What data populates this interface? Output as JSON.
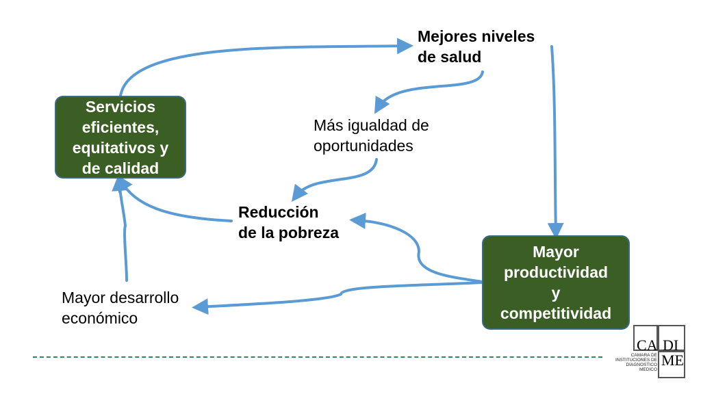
{
  "nodes": {
    "servicios": [
      "Servicios",
      "eficientes,",
      "equitativos y",
      "de calidad"
    ],
    "mejores_salud": [
      "Mejores niveles",
      "de salud"
    ],
    "igualdad": [
      "Más igualdad de",
      "oportunidades"
    ],
    "reduccion_pobreza": [
      "Reducción",
      "de la pobreza"
    ],
    "productividad": [
      "Mayor",
      "productividad",
      "y",
      "competitividad"
    ],
    "desarrollo": [
      "Mayor desarrollo",
      "económico"
    ]
  },
  "logo": {
    "letters": [
      "CA",
      "DI",
      "ME"
    ],
    "subtitle": [
      "CAMARA DE",
      "INSTITUCIONES DE",
      "DIAGNOSTICO",
      "MEDICO"
    ]
  },
  "colors": {
    "box_fill": "#3b5e25",
    "arrow": "#5b9bd5",
    "dashed_line": "#2e8b57"
  }
}
